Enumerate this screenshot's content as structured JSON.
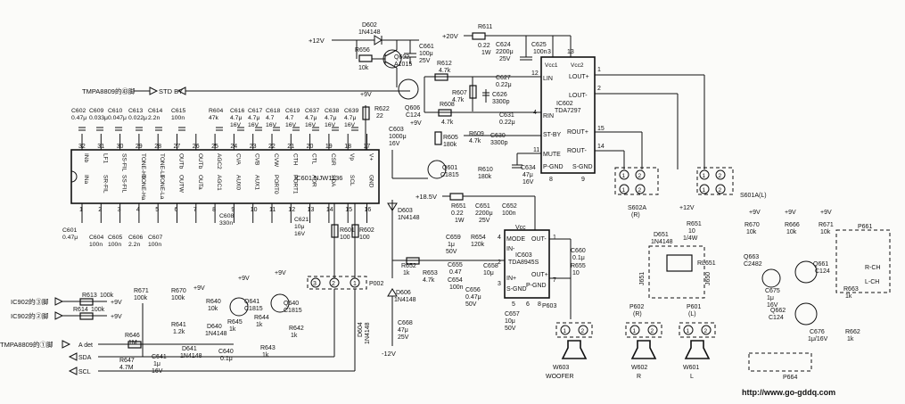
{
  "ics": {
    "ic601": {
      "name": "IC601 NJW1136",
      "top_nums": [
        "32",
        "31",
        "30",
        "29",
        "28",
        "27",
        "26",
        "25",
        "24",
        "23",
        "22",
        "21",
        "20",
        "19",
        "18",
        "17"
      ],
      "top_pins": [
        "INb",
        "LF1",
        "SS-FIL",
        "TONE-Hb",
        "TONE-Lb",
        "OUTb",
        "OUTb",
        "AGC2",
        "CVA",
        "CVB",
        "CVW",
        "CTH",
        "CTL",
        "CSR",
        "Vp",
        "V+"
      ],
      "bot_pins": [
        "INa",
        "SR-FIL",
        "SS-FIL",
        "TONE-Ha",
        "TONE-La",
        "OUTW",
        "OUTa",
        "AGC1",
        "AUX0",
        "AUX1",
        "PORT0",
        "PORT1",
        "ADR",
        "SDA",
        "SCL",
        "GND"
      ],
      "bot_nums": [
        "1",
        "2",
        "3",
        "4",
        "5",
        "6",
        "7",
        "8",
        "9",
        "10",
        "11",
        "12",
        "13",
        "14",
        "15",
        "16"
      ]
    },
    "ic602": {
      "line1": "IC602",
      "line2": "TDA7297",
      "left_pins": [
        "Vcc1",
        "LIN",
        "RIN",
        "ST-BY",
        "MUTE",
        "P-GND"
      ],
      "right_pins": [
        "Vcc2",
        "LOUT+",
        "LOUT-",
        "ROUT+",
        "ROUT-",
        "S-GND"
      ],
      "nums": [
        "3",
        "13",
        "12",
        "4",
        "1",
        "2",
        "15",
        "14",
        "8",
        "9",
        "11"
      ]
    },
    "ic603": {
      "line1": "IC603",
      "line2": "TDA8945S",
      "pins": [
        "Vcc",
        "MODE",
        "OUT-",
        "IN-",
        "IN+",
        "S-GND",
        "OUT+",
        "P-GND"
      ],
      "nums": [
        "1",
        "4",
        "2",
        "3",
        "7",
        "5",
        "6",
        "8"
      ]
    }
  },
  "parts": {
    "d602": [
      "D602",
      "1N4148"
    ],
    "r656": [
      "R656",
      "10k"
    ],
    "q602": [
      "Q602",
      "A1015"
    ],
    "c661": [
      "C661",
      "100μ",
      "25V"
    ],
    "r611": [
      "R611",
      "0.22",
      "1W"
    ],
    "c624": [
      "C624",
      "2200μ",
      "25V"
    ],
    "c625": [
      "C625",
      "100n"
    ],
    "r612": [
      "R612",
      "4.7k"
    ],
    "r607": [
      "R607",
      "4.7k"
    ],
    "c627": [
      "C627",
      "0.22μ"
    ],
    "c626": [
      "C626",
      "3300p"
    ],
    "r608": [
      "R608",
      "4.7k"
    ],
    "c631": [
      "C631",
      "0.22μ"
    ],
    "q606": [
      "Q606",
      "C124"
    ],
    "r605": [
      "R605",
      "180k"
    ],
    "r609": [
      "R609",
      "4.7k"
    ],
    "c630": [
      "C630",
      "3300p"
    ],
    "q601": [
      "Q601",
      "C1815"
    ],
    "r610": [
      "R610",
      "180k"
    ],
    "c634": [
      "C634",
      "47μ",
      "16V"
    ],
    "c602": [
      "C602",
      "0.47μ"
    ],
    "c609": [
      "C609",
      "0.033μ"
    ],
    "c610": [
      "C610",
      "0.047μ"
    ],
    "c613": [
      "C613",
      "0.022μ"
    ],
    "c614": [
      "C614",
      "2.2n"
    ],
    "c615": [
      "C615",
      "100n"
    ],
    "r604": [
      "R604",
      "47k"
    ],
    "c616": [
      "C616",
      "4.7μ",
      "16V"
    ],
    "c617": [
      "C617",
      "4.7μ",
      "16V"
    ],
    "c618": [
      "C618",
      "4.7",
      "16V"
    ],
    "c619": [
      "C619",
      "4.7",
      "16V"
    ],
    "c637": [
      "C637",
      "4.7μ",
      "16V"
    ],
    "c638": [
      "C638",
      "4.7μ",
      "16V"
    ],
    "c639": [
      "C639",
      "4.7μ",
      "16V"
    ],
    "r622": [
      "R622",
      "22"
    ],
    "c603": [
      "C603",
      "1000μ",
      "16V"
    ],
    "c601": [
      "C601",
      "0.47μ"
    ],
    "c604": [
      "C604",
      "100n"
    ],
    "c605": [
      "C605",
      "100n"
    ],
    "c606": [
      "C606",
      "2.2n"
    ],
    "c607": [
      "C607",
      "100n"
    ],
    "c608": [
      "C608",
      "330n"
    ],
    "c621": [
      "C621",
      "10μ",
      "16V"
    ],
    "r601": [
      "R601",
      "100"
    ],
    "r602": [
      "R602",
      "100"
    ],
    "d603": [
      "D603",
      "1N4148"
    ],
    "r651": [
      "R651",
      "0.22",
      "1W"
    ],
    "c651": [
      "C651",
      "2200μ",
      "25V"
    ],
    "c652": [
      "C652",
      "100n"
    ],
    "c659": [
      "C659",
      "1μ",
      "50V"
    ],
    "r654": [
      "R654",
      "120k"
    ],
    "r652": [
      "R652",
      "1k"
    ],
    "r653": [
      "R653",
      "4.7k"
    ],
    "c655": [
      "C655",
      "0.47"
    ],
    "c654": [
      "C654",
      "100n"
    ],
    "c658": [
      "C658",
      "10μ"
    ],
    "c656": [
      "C656",
      "0.47μ",
      "50V"
    ],
    "c660": [
      "C660",
      "0.1μ"
    ],
    "r655": [
      "R655",
      "10"
    ],
    "c657": [
      "C657",
      "10μ",
      "50V"
    ],
    "d606": [
      "D606",
      "1N4148"
    ],
    "d604": [
      "D604",
      "1N4148"
    ],
    "c668": [
      "C668",
      "47μ",
      "25V"
    ],
    "r613": [
      "R613",
      "100k"
    ],
    "r614": [
      "R614",
      "100k"
    ],
    "r671b": [
      "R671",
      "100k"
    ],
    "r670b": [
      "R670",
      "100k"
    ],
    "r640": [
      "R640",
      "10k"
    ],
    "q641": [
      "Q641",
      "C1815"
    ],
    "q640": [
      "Q640",
      "C1815"
    ],
    "r641": [
      "R641",
      "1.2k"
    ],
    "d640": [
      "D640",
      "1N4148"
    ],
    "r645": [
      "R645",
      "1k"
    ],
    "r644": [
      "R644",
      "1k"
    ],
    "r642": [
      "R642",
      "1k"
    ],
    "r643": [
      "R643",
      "1k"
    ],
    "r646": [
      "R646",
      "1M"
    ],
    "r647": [
      "R647",
      "4.7M"
    ],
    "c641": [
      "C641",
      "1μ",
      "16V"
    ],
    "d641": [
      "D641",
      "1N4148"
    ],
    "c640": [
      "C640",
      "0.1μ"
    ],
    "r651b": [
      "R651",
      "10",
      "1/4W"
    ],
    "d651": [
      "D651",
      "1N4148"
    ],
    "rl651": [
      "RL651"
    ],
    "j651": [
      "J651"
    ],
    "j650": [
      "J650"
    ],
    "r670": [
      "R670",
      "10k"
    ],
    "r666": [
      "R666",
      "10k"
    ],
    "r671": [
      "R671",
      "10k"
    ],
    "q663": [
      "Q663",
      "C2482"
    ],
    "q661": [
      "Q661",
      "C124"
    ],
    "q662": [
      "Q662",
      "C124"
    ],
    "c675": [
      "C675",
      "1μ",
      "16V"
    ],
    "r663": [
      "R663",
      "1k"
    ],
    "c676": [
      "C676",
      "1μ/16V"
    ],
    "r662": [
      "R662",
      "1k"
    ]
  },
  "connectors": {
    "p002": "P002",
    "p603": "P603",
    "p602": [
      "P602",
      "(R)"
    ],
    "p601": [
      "P601",
      "(L)"
    ],
    "s602a": [
      "S602A",
      "(R)"
    ],
    "s601a": [
      "S601A(L)"
    ],
    "p661": "P661",
    "p664": "P664",
    "pin_nums": [
      "1",
      "2",
      "3"
    ],
    "rch": "R-CH",
    "lch": "L-CH"
  },
  "speakers": {
    "w603": [
      "W603",
      "WOOFER"
    ],
    "w602": [
      "W602",
      "R"
    ],
    "w601": [
      "W601",
      "L"
    ]
  },
  "signals": {
    "stdby": "STD BY",
    "tmpa64": "TMPA8809的㊸脚",
    "tmpa1": "TMPA8809的①脚",
    "ic902_3": "IC902的③脚",
    "ic902_2": "IC902的②脚",
    "adet": "A det",
    "sda": "SDA",
    "scl": "SCL"
  },
  "rails": {
    "p12": "+12V",
    "p20": "+20V",
    "p9": "+9V",
    "p185": "+18.5V",
    "n12": "-12V"
  },
  "watermark": "http://www.go-gddq.com"
}
